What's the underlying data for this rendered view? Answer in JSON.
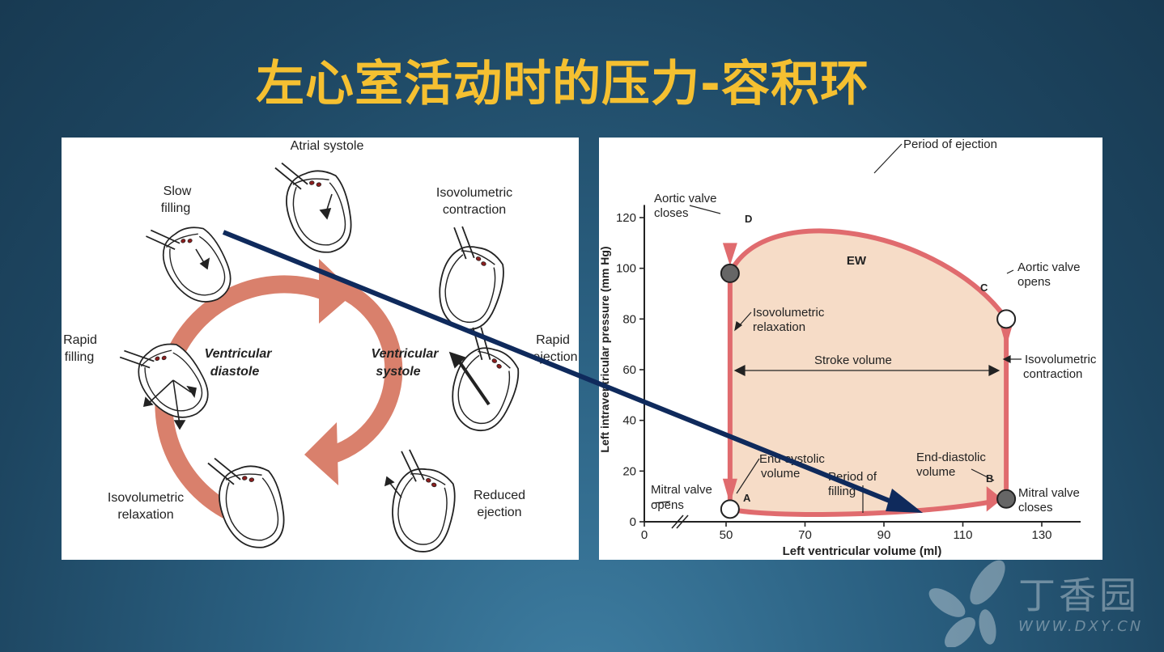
{
  "slide": {
    "title": "左心室活动时的压力-容积环"
  },
  "cycle": {
    "stages": {
      "atrial_systole": "Atrial systole",
      "slow_filling_1": "Slow",
      "slow_filling_2": "filling",
      "isovolumetric_contraction_1": "Isovolumetric",
      "isovolumetric_contraction_2": "contraction",
      "rapid_filling_1": "Rapid",
      "rapid_filling_2": "filling",
      "rapid_ejection_1": "Rapid",
      "rapid_ejection_2": "ejection",
      "isovolumetric_relaxation_1": "Isovolumetric",
      "isovolumetric_relaxation_2": "relaxation",
      "reduced_ejection_1": "Reduced",
      "reduced_ejection_2": "ejection"
    },
    "phases": {
      "diastole_1": "Ventricular",
      "diastole_2": "diastole",
      "systole_1": "Ventricular",
      "systole_2": "systole"
    }
  },
  "chart_data": {
    "type": "line",
    "xlabel": "Left ventricular volume (ml)",
    "ylabel": "Left intraventricular pressure (mm Hg)",
    "x_ticks": [
      "0",
      "50",
      "70",
      "90",
      "110",
      "130"
    ],
    "y_ticks": [
      "0",
      "20",
      "40",
      "60",
      "80",
      "100",
      "120"
    ],
    "xlim": [
      30,
      138
    ],
    "ylim": [
      0,
      120
    ],
    "area_label": "EW",
    "points": [
      {
        "id": "A",
        "x": 51,
        "y": 5,
        "label_1": "Mitral valve",
        "label_2": "opens"
      },
      {
        "id": "B",
        "x": 121,
        "y": 9,
        "label_1": "Mitral valve",
        "label_2": "closes"
      },
      {
        "id": "C",
        "x": 121,
        "y": 80,
        "label_1": "Aortic valve",
        "label_2": "opens"
      },
      {
        "id": "D",
        "x": 51,
        "y": 98,
        "label_1": "Aortic valve",
        "label_2": "closes"
      }
    ],
    "annotations": {
      "period_of_ejection": "Period of ejection",
      "isovolumetric_relaxation_1": "Isovolumetric",
      "isovolumetric_relaxation_2": "relaxation",
      "isovolumetric_contraction_1": "Isovolumetric",
      "isovolumetric_contraction_2": "contraction",
      "stroke_volume": "Stroke volume",
      "end_systolic_1": "End-systolic",
      "end_systolic_2": "volume",
      "period_of_filling_1": "Period of",
      "period_of_filling_2": "filling",
      "end_diastolic_1": "End-diastolic",
      "end_diastolic_2": "volume"
    },
    "colors": {
      "loop": "#e06b6e",
      "fill": "#f6dcc7",
      "marker": "#666666",
      "overlay_arrow": "#0f2a5c"
    }
  },
  "watermark": {
    "text": "丁香园",
    "url": "WWW.DXY.CN"
  }
}
